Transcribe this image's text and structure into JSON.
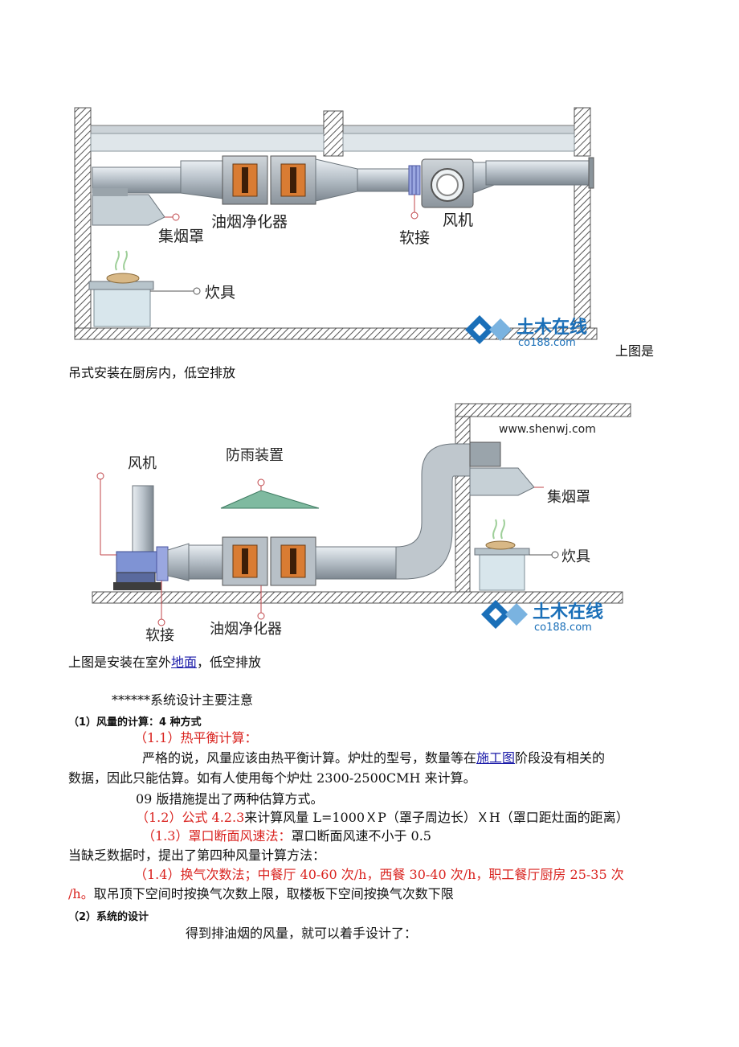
{
  "figure1": {
    "labels": {
      "purifier": "油烟净化器",
      "hood": "集烟罩",
      "flex": "软接",
      "fan": "风机",
      "stove": "炊具"
    },
    "watermark": {
      "brand": "土木在线",
      "site": "co188.com"
    }
  },
  "caption1": {
    "part1": "上图是",
    "part2": "吊式安装在厨房内，低空排放"
  },
  "figure2": {
    "labels": {
      "fan": "风机",
      "rain": "防雨装置",
      "hood": "集烟罩",
      "stove": "炊具",
      "flex": "软接",
      "purifier": "油烟净化器"
    },
    "site_url": "www.shenwj.com",
    "watermark": {
      "brand": "土木在线",
      "site": "co188.com"
    }
  },
  "caption2": {
    "prefix": "上图是安装在室外",
    "link": "地面",
    "suffix": "，低空排放"
  },
  "doc": {
    "title": "******系统设计主要注意",
    "h1": "（1）风量的计算：4 种方式",
    "s11": "（1.1）热平衡计算：",
    "p1a": "严格的说，风量应该由热平衡计算。炉灶的型号，数量等在",
    "p1link": "施工图",
    "p1b": "阶段没有相关的",
    "p1c": "数据，因此只能估算。如有人使用每个炉灶 2300-2500CMH 来计算。",
    "p2": "09 版措施提出了两种估算方式。",
    "s12": "（1.2）公式 4.2.3",
    "s12b": "来计算风量 L=1000ＸP（罩子周边长）ＸH（罩口距灶面的距离）",
    "s13": "（1.3）罩口断面风速法：",
    "s13b": "罩口断面风速不小于 0.5",
    "p3": "当缺乏数据时，提出了第四种风量计算方法：",
    "s14": "（1.4）换气次数法；中餐厅 40-60 次/h，西餐 30-40 次/h，职工餐厅厨房 25-35 次",
    "s14c": "/h。",
    "s14d": "取吊顶下空间时按换气次数上限，取楼板下空间按换气次数下限",
    "h2": "（2）系统的设计",
    "p4": "得到排油烟的风量，就可以着手设计了："
  }
}
